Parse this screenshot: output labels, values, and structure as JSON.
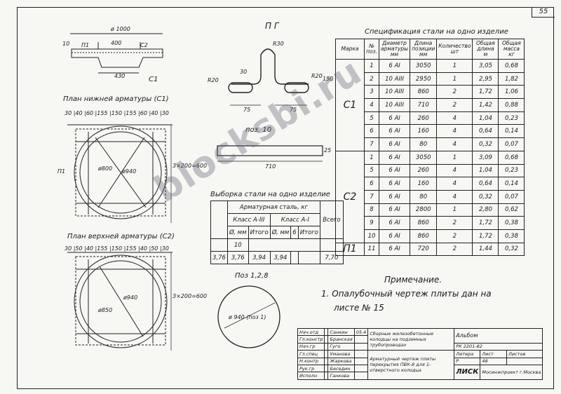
{
  "page": {
    "number": "55"
  },
  "watermark": "blocksbi.ru",
  "section": {
    "dim_total": "ø 1000",
    "dim_inner": "400",
    "dim_side": "10",
    "p1_label": "П1",
    "c2_label": "С2",
    "dim_bottom": "430",
    "c1_label": "С1"
  },
  "plans": {
    "lower_title": "План нижней арматуры (С1)",
    "lower_dims": "30 |40 |60 |155 |150 |155 |60 |40 |30",
    "d800": "ø800",
    "d940": "ø940",
    "lower_mark": "П1",
    "side_dim": "3×200=600",
    "upper_title": "План верхней арматуры (С2)",
    "upper_dims": "30 |50 |40 |155 |150 |155 |40 |50 |30",
    "d850": "ø850",
    "side_dim_upper": "3×200=600"
  },
  "bent_bar": {
    "title": "П Г",
    "r30": "R30",
    "r20": "R20",
    "dim30": "30",
    "dim150": "150",
    "dim75": "75"
  },
  "bar10": {
    "title": "поз. 10",
    "length": "710",
    "height": "25"
  },
  "bar_circle": {
    "title": "Поз 1,2,8",
    "label": "ø 940 (поз 1)"
  },
  "spec": {
    "title": "Спецификация стали на одно изделие",
    "headers": [
      "Марка",
      "№ поз.",
      "Диаметр арматуры мм",
      "Длина позиции мм",
      "Количество шт",
      "Общая длина м",
      "Общая масса кг"
    ],
    "groups": [
      {
        "mark": "С1",
        "rows": [
          [
            "1",
            "6 АI",
            "3050",
            "1",
            "3,05",
            "0,68"
          ],
          [
            "2",
            "10 АIII",
            "2950",
            "1",
            "2,95",
            "1,82"
          ],
          [
            "3",
            "10 АIII",
            "860",
            "2",
            "1,72",
            "1,06"
          ],
          [
            "4",
            "10 АIII",
            "710",
            "2",
            "1,42",
            "0,88"
          ],
          [
            "5",
            "6 АI",
            "260",
            "4",
            "1,04",
            "0,23"
          ],
          [
            "6",
            "6 АI",
            "160",
            "4",
            "0,64",
            "0,14"
          ],
          [
            "7",
            "6 АI",
            "80",
            "4",
            "0,32",
            "0,07"
          ]
        ]
      },
      {
        "mark": "С2",
        "rows": [
          [
            "1",
            "6 АI",
            "3050",
            "1",
            "3,09",
            "0,68"
          ],
          [
            "5",
            "6 АI",
            "260",
            "4",
            "1,04",
            "0,23"
          ],
          [
            "6",
            "6 АI",
            "160",
            "4",
            "0,64",
            "0,14"
          ],
          [
            "7",
            "6 АI",
            "80",
            "4",
            "0,32",
            "0,07"
          ],
          [
            "8",
            "6 АI",
            "2800",
            "1",
            "2,80",
            "0,62"
          ],
          [
            "9",
            "6 АI",
            "860",
            "2",
            "1,72",
            "0,38"
          ],
          [
            "10",
            "6 АI",
            "860",
            "2",
            "1,72",
            "0,38"
          ]
        ]
      },
      {
        "mark": "П1",
        "rows": [
          [
            "11",
            "6 АI",
            "720",
            "2",
            "1,44",
            "0,32"
          ]
        ]
      }
    ]
  },
  "selection": {
    "title": "Выборка стали на одно изделие",
    "group_header": "Арматурная сталь, кг",
    "total_header": "Всего",
    "class_a3": "Класс А-III",
    "class_a1": "Класс А-I",
    "diam_label": "Ø, мм",
    "subtotal_label": "Итого",
    "diam_a3": "10",
    "diam_a1": "6",
    "values": [
      "3,76",
      "3,76",
      "3,94",
      "3,94",
      "",
      "",
      "7,70"
    ]
  },
  "note": {
    "title": "Примечание.",
    "line1": "1. Опалубочный чертеж плиты дан на",
    "line2": "листе № 15"
  },
  "stamp": {
    "r1": [
      "Нач.отд",
      "",
      "Санкин",
      "05.4"
    ],
    "r2": [
      "Гл.констр",
      "",
      "Бранская",
      ""
    ],
    "r3": [
      "Нач.гр",
      "",
      "Гуго",
      ""
    ],
    "r4": [
      "Гл.спец",
      "",
      "Уманова",
      ""
    ],
    "r5": [
      "Н.контр",
      "",
      "Жаркова",
      ""
    ],
    "r6": [
      "Рук.гр",
      "",
      "Беседин",
      ""
    ],
    "r7": [
      "Исполн",
      "",
      "Ганкова",
      ""
    ],
    "series": "Сборные железобетонные колодцы на подземных трубопроводах",
    "album": "Альбом",
    "code": "РК 2201-82",
    "sheet_title": "Арматурный чертеж плиты перекрытия ПВК-8 для 1-отверстного колодца",
    "stage_h": "Литера",
    "sheet_h": "Лист",
    "sheets_h": "Листов",
    "stage": "Р",
    "sheet": "48",
    "sheets": "",
    "org": "ЛИСК",
    "city": "Мосинжпроект г.Москва"
  }
}
